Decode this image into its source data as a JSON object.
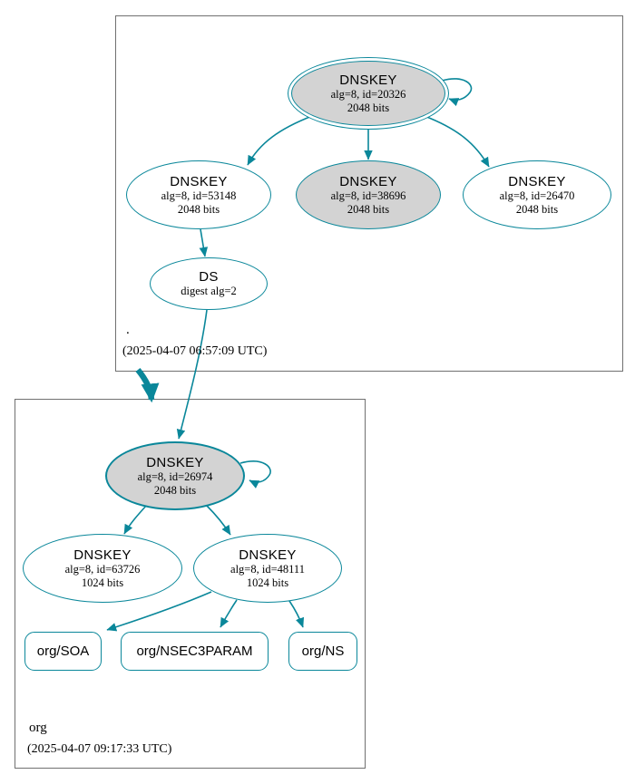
{
  "diagram": {
    "type": "dnssec-authentication-chain-graph",
    "colors": {
      "secure_edge": "#0a879a",
      "node_border": "#0a879a",
      "ksk_fill": "#d3d3d3",
      "node_fill": "#ffffff",
      "cluster_border": "#707070",
      "text": "#000000",
      "background": "#ffffff"
    },
    "clusters": [
      {
        "label": ".",
        "timestamp": "(2025-04-07 06:57:09 UTC)"
      },
      {
        "label": "org",
        "timestamp": "(2025-04-07 09:17:33 UTC)"
      }
    ],
    "nodes": [
      {
        "id": "dnskey-20326",
        "title": "DNSKEY",
        "line1": "alg=8, id=20326",
        "line2": "2048 bits"
      },
      {
        "id": "dnskey-53148",
        "title": "DNSKEY",
        "line1": "alg=8, id=53148",
        "line2": "2048 bits"
      },
      {
        "id": "dnskey-38696",
        "title": "DNSKEY",
        "line1": "alg=8, id=38696",
        "line2": "2048 bits"
      },
      {
        "id": "dnskey-26470",
        "title": "DNSKEY",
        "line1": "alg=8, id=26470",
        "line2": "2048 bits"
      },
      {
        "id": "ds",
        "title": "DS",
        "line1": "digest alg=2"
      },
      {
        "id": "dnskey-26974",
        "title": "DNSKEY",
        "line1": "alg=8, id=26974",
        "line2": "2048 bits"
      },
      {
        "id": "dnskey-63726",
        "title": "DNSKEY",
        "line1": "alg=8, id=63726",
        "line2": "1024 bits"
      },
      {
        "id": "dnskey-48111",
        "title": "DNSKEY",
        "line1": "alg=8, id=48111",
        "line2": "1024 bits"
      },
      {
        "id": "rrset-org-soa",
        "title": "org/SOA"
      },
      {
        "id": "rrset-org-nsec3param",
        "title": "org/NSEC3PARAM"
      },
      {
        "id": "rrset-org-ns",
        "title": "org/NS"
      }
    ]
  }
}
